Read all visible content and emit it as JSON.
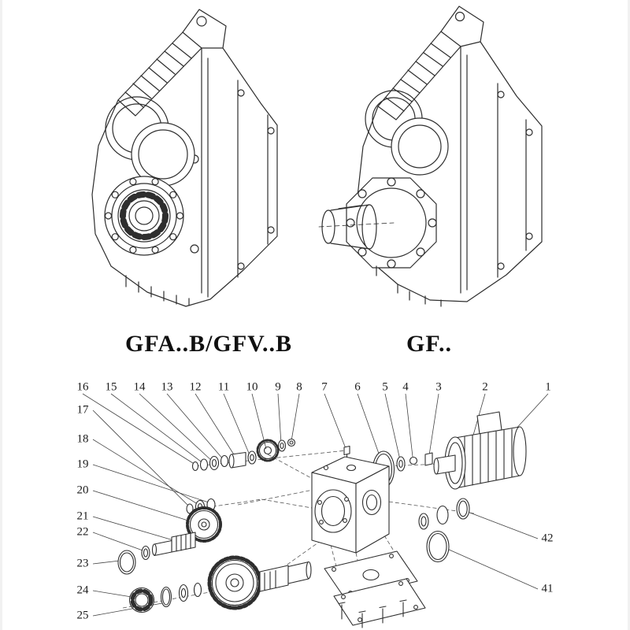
{
  "models": {
    "left_label": "GFA..B/GFV..B",
    "right_label": "GF.."
  },
  "exploded_view": {
    "top_row_parts": [
      "16",
      "15",
      "14",
      "13",
      "12",
      "11",
      "10",
      "9",
      "8",
      "7",
      "6",
      "5",
      "4",
      "3",
      "2",
      "1"
    ],
    "left_column_parts": [
      "17",
      "18",
      "19",
      "20",
      "21",
      "22",
      "23",
      "24",
      "25"
    ],
    "right_column_parts": [
      "42",
      "41"
    ]
  },
  "colors": {
    "line": "#2e2e2e",
    "leader": "#444444",
    "text": "#1c1c1c",
    "background": "#ffffff"
  }
}
